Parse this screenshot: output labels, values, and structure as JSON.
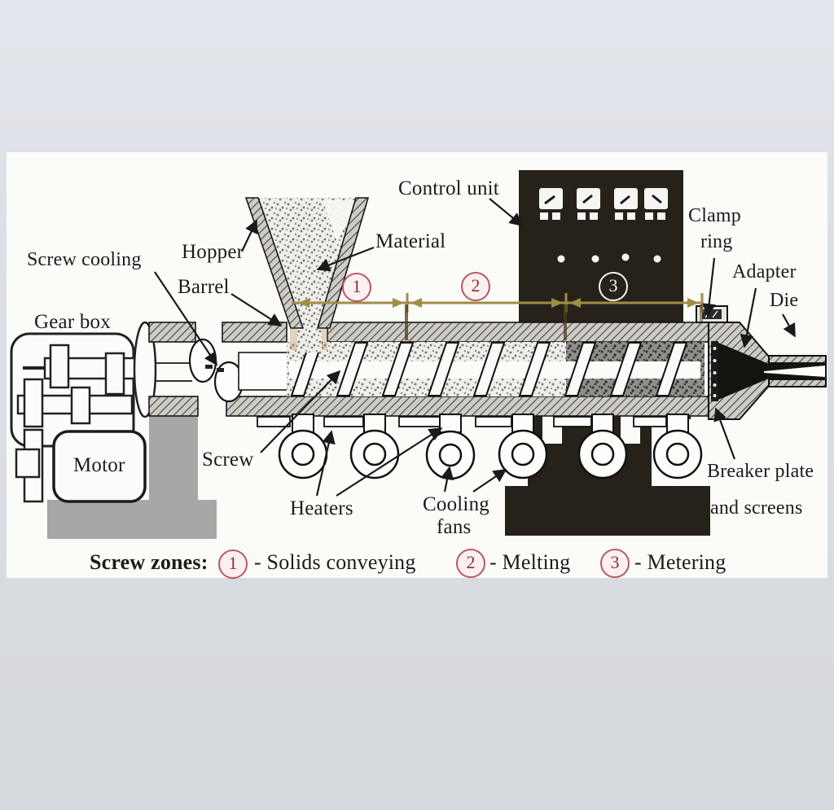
{
  "scene": {
    "panel_bg": "#fbfbf8",
    "background_top": "#e3e6ec",
    "background_bottom": "#d6d9de"
  },
  "labels": {
    "screw_cooling": "Screw cooling",
    "gear_box": "Gear box",
    "hopper": "Hopper",
    "barrel": "Barrel",
    "material": "Material",
    "control_unit": "Control unit",
    "clamp_ring_1": "Clamp",
    "clamp_ring_2": "ring",
    "adapter": "Adapter",
    "die": "Die",
    "motor": "Motor",
    "screw": "Screw",
    "heaters": "Heaters",
    "cooling_fans_1": "Cooling",
    "cooling_fans_2": "fans",
    "breaker_plate_1": "Breaker plate",
    "breaker_plate_2": "and screens"
  },
  "zones": {
    "zone1": "1",
    "zone2": "2",
    "zone3": "3"
  },
  "caption": {
    "prefix": "Screw zones:",
    "zone1_num": "1",
    "zone1_desc": "- Solids conveying",
    "zone2_num": "2",
    "zone2_desc": "- Melting",
    "zone3_num": "3",
    "zone3_desc": "- Metering"
  },
  "colors": {
    "dimension_line": "#a08c4a",
    "zone_circle_pink": "#b85862",
    "control_panel_black": "#262119",
    "machine_base_gray": "#a7a7a7"
  }
}
